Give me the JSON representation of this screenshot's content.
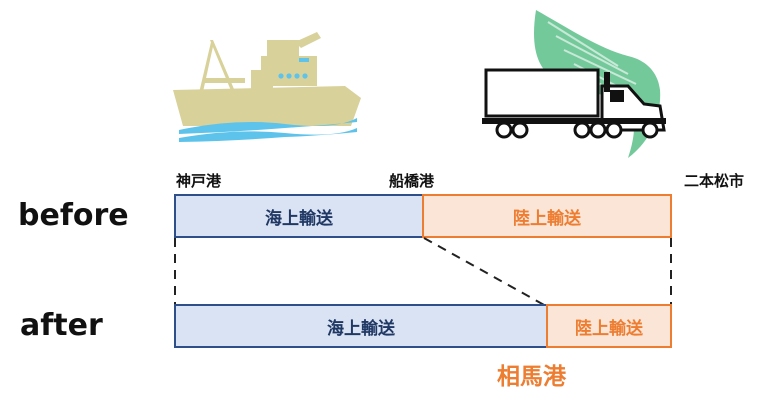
{
  "rows": {
    "before_label": "before",
    "after_label": "after"
  },
  "ports": {
    "kobe": "神戸港",
    "funabashi": "船橋港",
    "nihonmatsu": "二本松市",
    "soma": "相馬港"
  },
  "segments": {
    "before": {
      "sea": "海上輸送",
      "land": "陸上輸送"
    },
    "after": {
      "sea": "海上輸送",
      "land": "陸上輸送"
    }
  },
  "colors": {
    "sea_fill": "#dae3f3",
    "sea_border": "#2f4f8a",
    "sea_text": "#203864",
    "land_fill": "#fbe5d6",
    "land_border": "#ed7d31",
    "ship": "#d9d19a",
    "water": "#5ec3ea",
    "wind": "#5cc08a"
  },
  "icons": {
    "ship": "ship-icon",
    "truck": "truck-icon"
  }
}
